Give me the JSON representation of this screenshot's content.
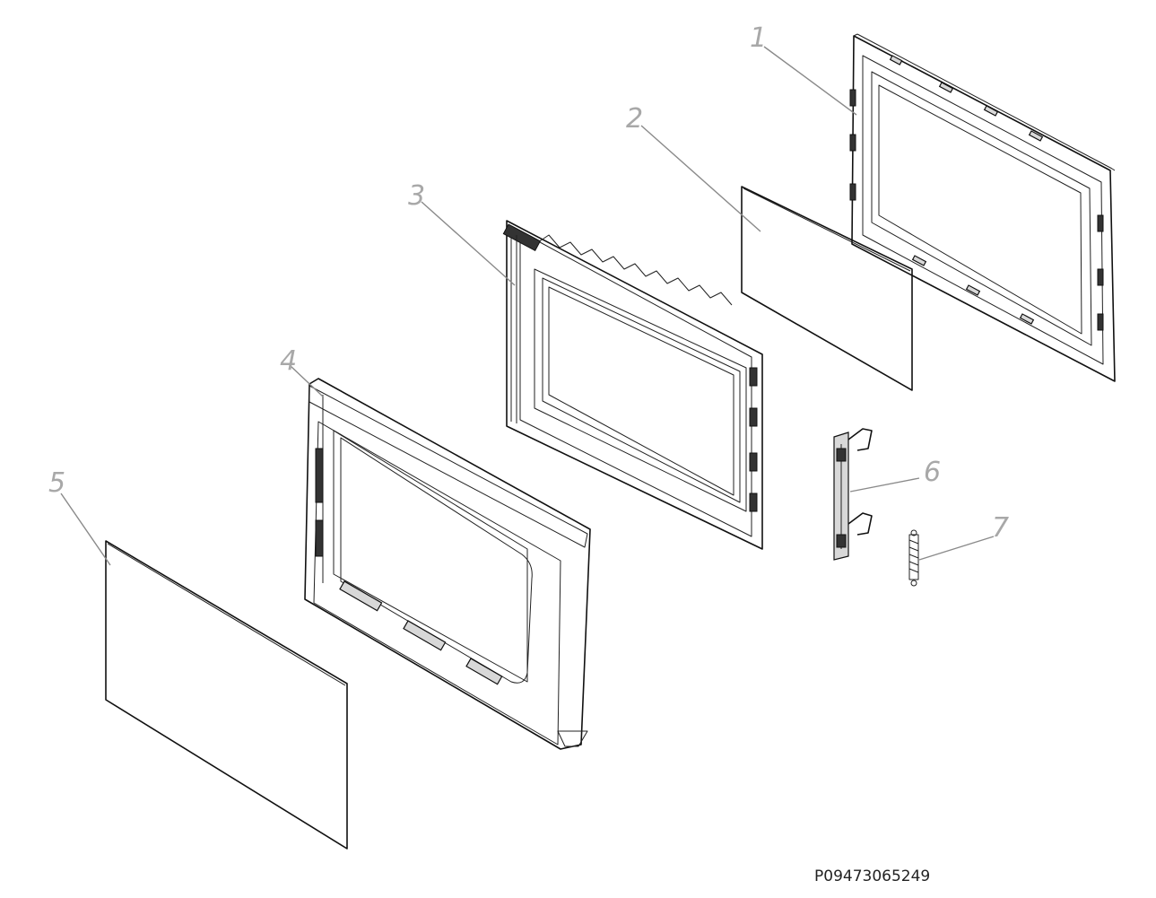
{
  "labels": {
    "p1": "1",
    "p2": "2",
    "p3": "3",
    "p4": "4",
    "p5": "5",
    "p6": "6",
    "p7": "7"
  },
  "doc_code": "P09473065249",
  "colors": {
    "line": "#111111",
    "label": "#a8a8a8",
    "background": "#ffffff"
  }
}
